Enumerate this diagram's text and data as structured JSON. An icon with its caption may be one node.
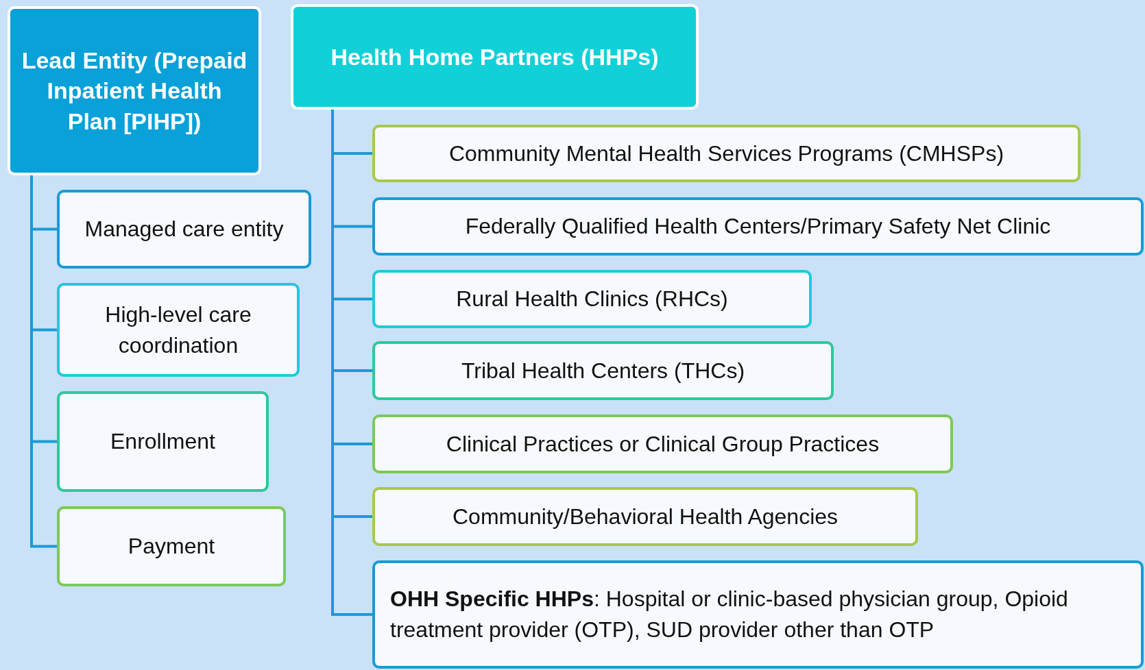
{
  "diagram": {
    "nodes": [
      {
        "text": [
          "Lead Entity (Prepaid Inpatient Health Plan [PIHP])"
        ]
      },
      {
        "text": [
          "Health Home Partners (HHPs)"
        ]
      },
      {
        "text": [
          "Managed care entity"
        ]
      },
      {
        "text": [
          "High-level care coordination"
        ]
      },
      {
        "text": [
          "Enrollment"
        ]
      },
      {
        "text": [
          "Payment"
        ]
      },
      {
        "text": [
          "Community Mental Health Services Programs (CMHSPs)"
        ]
      },
      {
        "text": [
          "Federally Qualified Health Centers/Primary Safety Net Clinic"
        ]
      },
      {
        "text": [
          "Rural Health Clinics (RHCs)"
        ]
      },
      {
        "text": [
          "Tribal Health Centers (THCs)"
        ]
      },
      {
        "text": [
          "Clinical Practices or Clinical Group Practices"
        ]
      },
      {
        "text": [
          "Community/Behavioral Health Agencies"
        ]
      },
      {
        "text": [
          "**OHH Specific HHPs**: Hospital or clinic-based physician group, Opioid treatment provider (OTP), SUD provider other than OTP"
        ]
      }
    ],
    "edges": [
      {
        "from": 0,
        "to": 2,
        "arrow": "none"
      },
      {
        "from": 0,
        "to": 3,
        "arrow": "none"
      },
      {
        "from": 0,
        "to": 4,
        "arrow": "none"
      },
      {
        "from": 0,
        "to": 5,
        "arrow": "none"
      },
      {
        "from": 1,
        "to": 6,
        "arrow": "none"
      },
      {
        "from": 1,
        "to": 7,
        "arrow": "none"
      },
      {
        "from": 1,
        "to": 8,
        "arrow": "none"
      },
      {
        "from": 1,
        "to": 9,
        "arrow": "none"
      },
      {
        "from": 1,
        "to": 10,
        "arrow": "none"
      },
      {
        "from": 1,
        "to": 11,
        "arrow": "none"
      },
      {
        "from": 1,
        "to": 12,
        "arrow": "none"
      }
    ]
  }
}
